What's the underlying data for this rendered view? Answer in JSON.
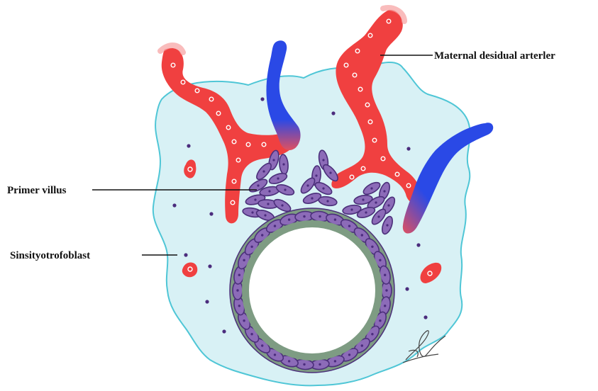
{
  "labels": {
    "maternal_arteries": "Maternal desidual arterler",
    "primary_villus": "Primer villus",
    "syncytiotrophoblast": "Sinsityotrofoblast"
  },
  "colors": {
    "decidua_fill": "#d8f1f5",
    "decidua_outline": "#4fc6d6",
    "artery_red": "#f04040",
    "artery_dot": "#ffffff",
    "vein_blue": "#2a49e6",
    "trophoblast_cell": "#8c6bb8",
    "trophoblast_outline": "#4b2f7a",
    "cavity_ring": "#7e9c83",
    "nucleus": "#4b2c7d"
  },
  "icons": {
    "signature": "signature-mark"
  }
}
